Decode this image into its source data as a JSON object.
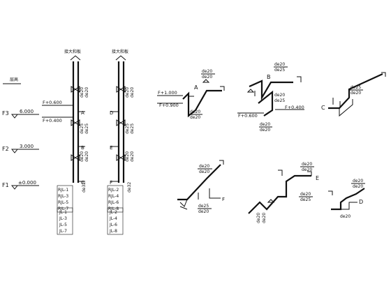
{
  "levels": {
    "header": "层高",
    "rows": [
      {
        "floor": "F3",
        "elevation": "6.000"
      },
      {
        "floor": "F2",
        "elevation": "3.000"
      },
      {
        "floor": "F1",
        "elevation": "±0.000"
      }
    ]
  },
  "risers": {
    "left": {
      "title": "接大和板",
      "sizes": [
        "de20",
        "de20",
        "de25",
        "de25",
        "de20",
        "de20",
        "de32"
      ],
      "elevations": [
        "F+0.600",
        "F+0.400"
      ],
      "nodes": [
        "A",
        "B",
        "C"
      ],
      "pipe_labels": [
        "RJL-1",
        "RJL-3",
        "RJL-5",
        "RJL-7"
      ],
      "outlet_labels": [
        "JL-1",
        "JL-3",
        "JL-5",
        "JL-7"
      ]
    },
    "right": {
      "title": "接大和板",
      "sizes": [
        "de20",
        "de20",
        "de25",
        "de25",
        "de20",
        "de20",
        "de32"
      ],
      "nodes": [
        "D",
        "E",
        "F"
      ],
      "pipe_labels": [
        "RJL-2",
        "RJL-4",
        "RJL-6",
        "RJL-8"
      ],
      "outlet_labels": [
        "JL-2",
        "JL-4",
        "JL-6",
        "JL-8"
      ]
    }
  },
  "details": {
    "A": {
      "label": "A",
      "sizes": [
        "de20",
        "de20",
        "de20",
        "de20"
      ],
      "elevations": [
        "F+1.000",
        "F+0.900"
      ]
    },
    "B": {
      "label": "B",
      "sizes": [
        "de20",
        "de25",
        "de20",
        "de25",
        "de20",
        "de20"
      ],
      "elevations": [
        "F+0.400",
        "F+0.600"
      ]
    },
    "C": {
      "label": "C",
      "sizes": [
        "de25",
        "de20"
      ]
    },
    "D": {
      "label": "D",
      "sizes": [
        "de20",
        "de20",
        "de20"
      ]
    },
    "E": {
      "label": "E",
      "sizes": [
        "de20",
        "de20",
        "de20",
        "de25",
        "de20",
        "de20"
      ]
    },
    "F": {
      "label": "F",
      "sizes": [
        "de20",
        "de20",
        "de25",
        "de20"
      ]
    }
  }
}
